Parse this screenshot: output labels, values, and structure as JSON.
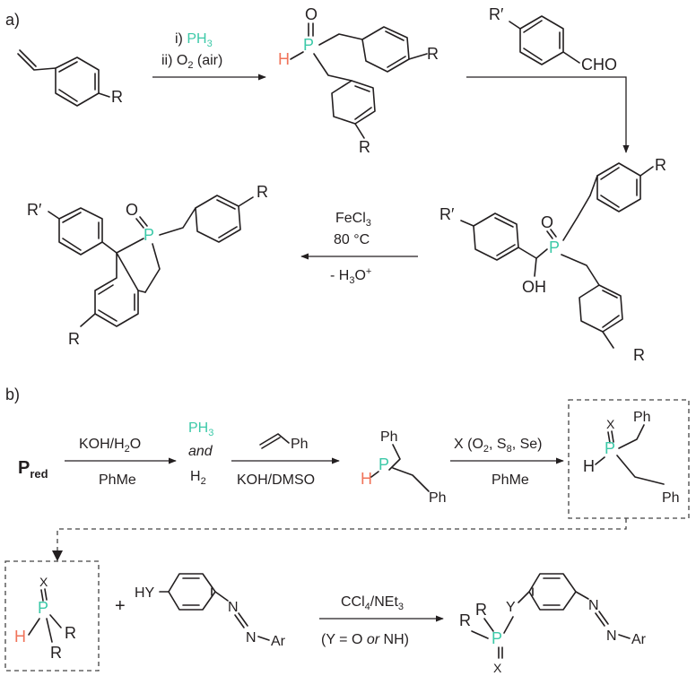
{
  "panel_labels": {
    "a": "a)",
    "b": "b)"
  },
  "colors": {
    "phosphorus": "#3cc9a8",
    "hydrogen": "#f0735a",
    "ink": "#231f20"
  },
  "atoms": {
    "R": "R",
    "R_prime": "R′",
    "P": "P",
    "H": "H",
    "O": "O",
    "OH": "OH",
    "X": "X",
    "Ph": "Ph",
    "CHO": "CHO",
    "HY": "HY",
    "Y": "Y",
    "N": "N",
    "Ar": "Ar",
    "plus": "+"
  },
  "scheme_a": {
    "step1_line1_prefix": "i) ",
    "step1_line1_reagent": "PH",
    "step1_line1_sub": "3",
    "step1_line2_prefix": "ii) O",
    "step1_line2_sub": "2",
    "step1_line2_suffix": " (air)",
    "step3_line1": "FeCl",
    "step3_line1_sub": "3",
    "step3_line2": "80 °C",
    "step3_line3": "- H",
    "step3_line3_sub": "3",
    "step3_line3_mid": "O",
    "step3_line3_sup": "+"
  },
  "scheme_b": {
    "start_main": "P",
    "start_sub": "red",
    "step1_top": "KOH/H",
    "step1_top_sub": "2",
    "step1_top_end": "O",
    "step1_bottom": "PhMe",
    "product1_top": "PH",
    "product1_top_sub": "3",
    "product1_mid": "and",
    "product1_bottom": "H",
    "product1_bottom_sub": "2",
    "step2_bottom": "KOH/DMSO",
    "step3_top_1": "X (O",
    "step3_top_sub1": "2",
    "step3_top_2": ", S",
    "step3_top_sub2": "8",
    "step3_top_3": ", Se)",
    "step3_bottom": "PhMe",
    "step4_top": "CCl",
    "step4_top_sub": "4",
    "step4_top_end": "/NEt",
    "step4_top_sub2": "3",
    "step4_bottom_1": "(Y = O ",
    "step4_bottom_or": "or",
    "step4_bottom_2": " NH)"
  }
}
